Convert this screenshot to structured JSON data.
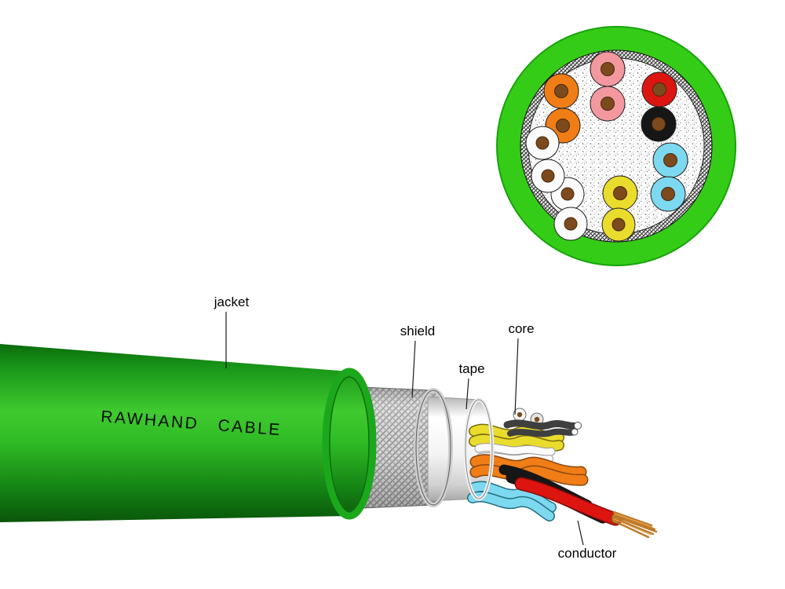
{
  "diagram": {
    "brand_text": "RAWHAND CABLE",
    "labels": {
      "jacket": "jacket",
      "shield": "shield",
      "tape": "tape",
      "core": "core",
      "conductor": "conductor"
    }
  },
  "colors": {
    "cross_green": "#35cc17",
    "wire_orange": "#f07d16",
    "wire_pink": "#f2989e",
    "wire_red": "#dd1510",
    "wire_black": "#161616",
    "wire_cyan": "#7cd9ef",
    "wire_yellow": "#e9dc2c",
    "wire_white": "#fbfbfb",
    "wire_gray": "#3f3f3f",
    "conductor_brown": "#7c4a1d",
    "copper": "#bf7a2a"
  }
}
